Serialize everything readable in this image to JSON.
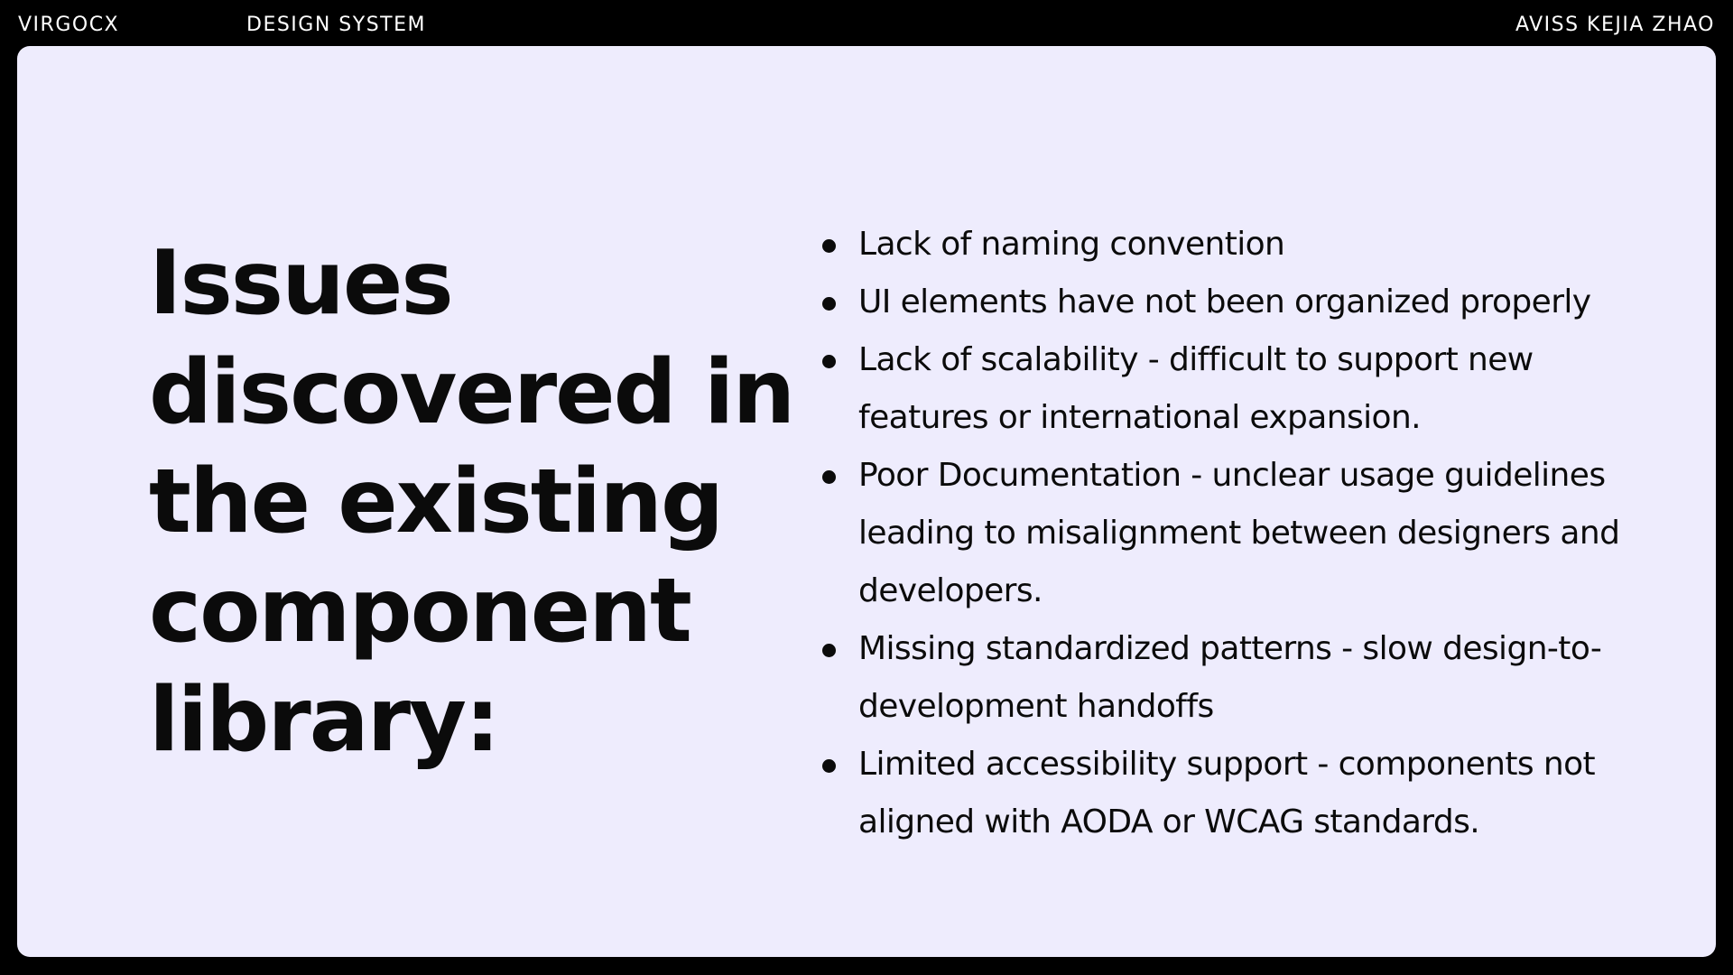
{
  "header": {
    "brand": "VIRGOCX",
    "section": "DESIGN SYSTEM",
    "author": "AVISS KEJIA ZHAO"
  },
  "slide": {
    "title": "Issues discovered in the existing component library:",
    "issues": [
      "Lack of naming convention",
      "UI elements have not been organized properly",
      "Lack of scalability - difficult to support new features or international expansion.",
      "Poor Documentation - unclear usage guidelines leading to misalignment between designers and developers.",
      "Missing standardized patterns - slow design-to-development handoffs",
      "Limited accessibility support - components not aligned with AODA or WCAG standards."
    ]
  },
  "colors": {
    "frame": "#000000",
    "card": "#eeecfd",
    "text": "#0b0b0b",
    "header_text": "#ffffff"
  },
  "icons": {
    "list_marker": "bullet-icon"
  }
}
